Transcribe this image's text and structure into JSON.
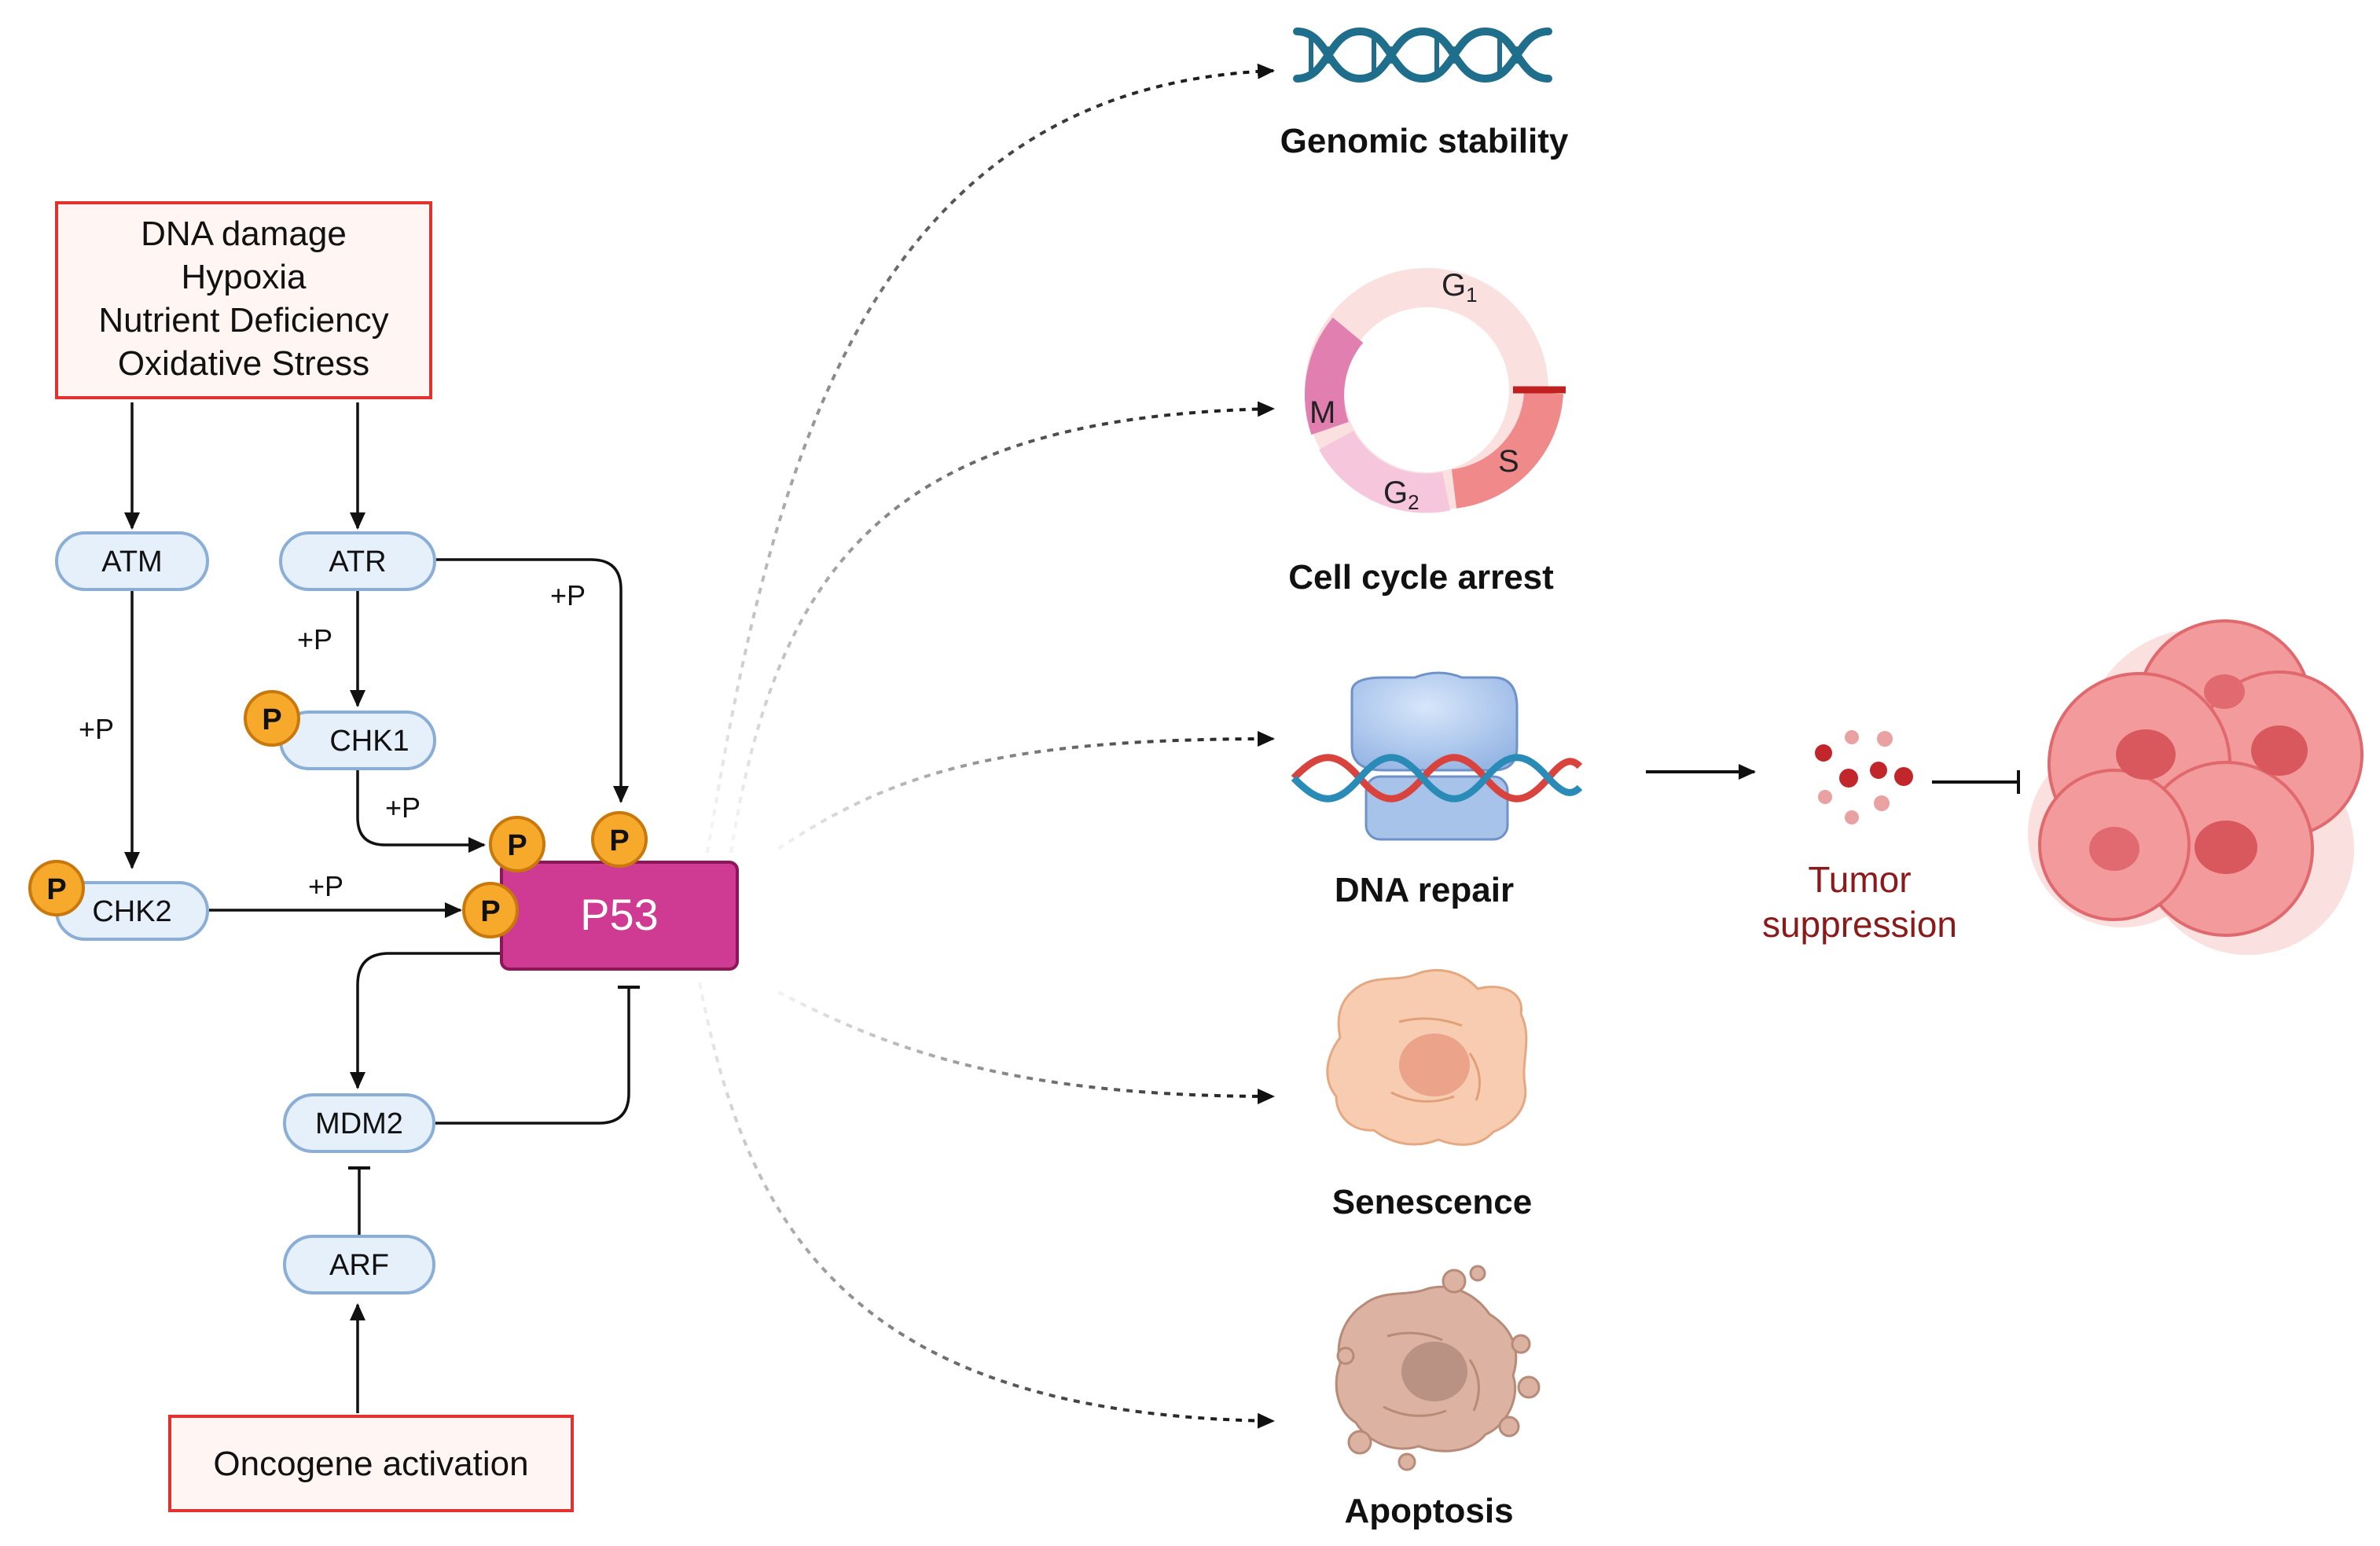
{
  "stress_box": {
    "lines": [
      "DNA damage",
      "Hypoxia",
      "Nutrient Deficiency",
      "Oxidative Stress"
    ]
  },
  "oncogene_box": {
    "label": "Oncogene activation"
  },
  "nodes": {
    "atm": "ATM",
    "atr": "ATR",
    "chk1": "CHK1",
    "chk2": "CHK2",
    "mdm2": "MDM2",
    "arf": "ARF",
    "p53": "P53"
  },
  "phospho_label": "+P",
  "phospho_badge": "P",
  "outcomes": {
    "genomic_stability": "Genomic stability",
    "cell_cycle_arrest": "Cell cycle arrest",
    "dna_repair": "DNA repair",
    "senescence": "Senescence",
    "apoptosis": "Apoptosis"
  },
  "cell_cycle_phases": {
    "g1": "G",
    "g1_sub": "1",
    "s": "S",
    "g2": "G",
    "g2_sub": "2",
    "m": "M"
  },
  "tumor_suppression": [
    "Tumor",
    "suppression"
  ],
  "colors": {
    "stress_border": "#e3312f",
    "stress_fill": "#fff5f3",
    "node_fill": "#e6f0fb",
    "node_border": "#8aaed6",
    "phospho_fill": "#f6a92a",
    "phospho_border": "#c9780c",
    "p53_fill": "#cf3a92",
    "p53_border": "#8d1659",
    "arrow": "#111111",
    "tumor_text": "#8b1a1a",
    "dna_blue": "#1e6e8c",
    "cancer_pink": "#ee7c80"
  }
}
